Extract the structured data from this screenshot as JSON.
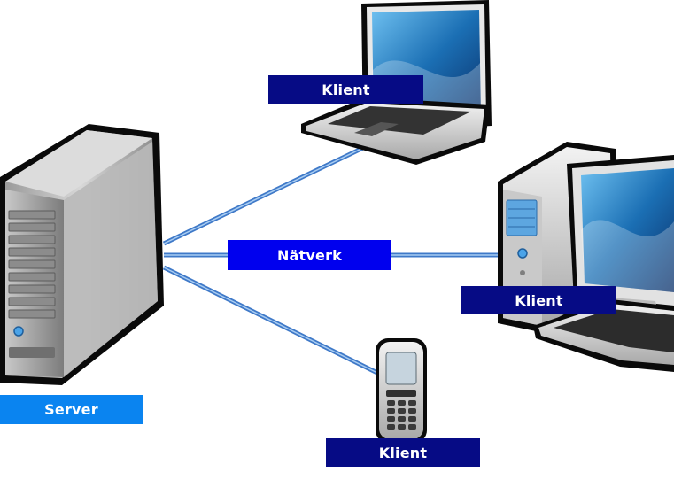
{
  "network": {
    "label": "Nätverk",
    "color": "#0000ee"
  },
  "server": {
    "label": "Server",
    "color": "#0a84f0"
  },
  "clients": {
    "laptop": {
      "label": "Klient"
    },
    "desktop": {
      "label": "Klient"
    },
    "phone": {
      "label": "Klient"
    },
    "color": "#060b85"
  },
  "icons": [
    "server-tower-icon",
    "laptop-icon",
    "desktop-computer-icon",
    "mobile-phone-icon"
  ]
}
